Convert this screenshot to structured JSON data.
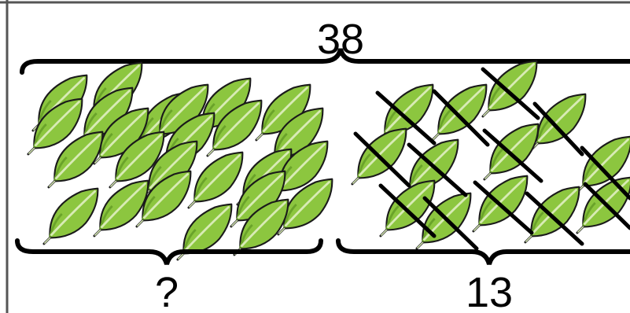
{
  "labels": {
    "total": "38",
    "unknown": "?",
    "crossed_out": "13"
  },
  "colors": {
    "leaf_fill": "#8cc63f",
    "leaf_dark": "#6aa32a",
    "leaf_outline": "#1a1a1a",
    "vein": "#d8ebb5",
    "cross_line": "#000000",
    "frame": "#555555"
  },
  "icons": {
    "leaf": "leaf-icon",
    "cross": "cross-out-line"
  }
}
